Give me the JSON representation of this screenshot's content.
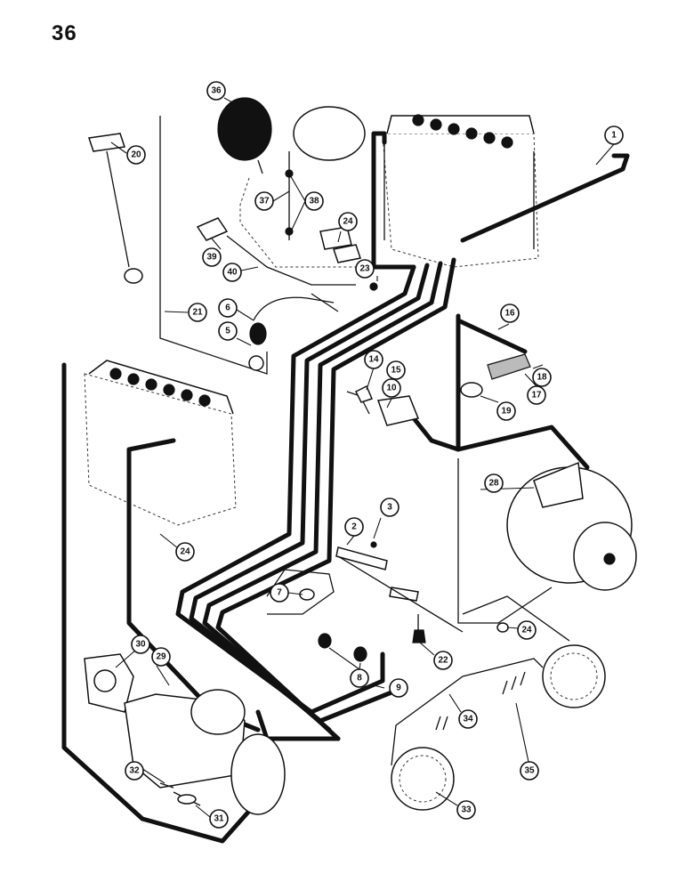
{
  "page": {
    "number": "36"
  },
  "callouts": [
    {
      "id": "c1",
      "label": "1"
    },
    {
      "id": "c2",
      "label": "2"
    },
    {
      "id": "c3",
      "label": "3"
    },
    {
      "id": "c5",
      "label": "5"
    },
    {
      "id": "c6",
      "label": "6"
    },
    {
      "id": "c7",
      "label": "7"
    },
    {
      "id": "c8",
      "label": "8"
    },
    {
      "id": "c9",
      "label": "9"
    },
    {
      "id": "c10",
      "label": "10"
    },
    {
      "id": "c14",
      "label": "14"
    },
    {
      "id": "c15",
      "label": "15"
    },
    {
      "id": "c16",
      "label": "16"
    },
    {
      "id": "c17",
      "label": "17"
    },
    {
      "id": "c18",
      "label": "18"
    },
    {
      "id": "c19",
      "label": "19"
    },
    {
      "id": "c20",
      "label": "20"
    },
    {
      "id": "c21",
      "label": "21"
    },
    {
      "id": "c22",
      "label": "22"
    },
    {
      "id": "c23",
      "label": "23"
    },
    {
      "id": "c24a",
      "label": "24"
    },
    {
      "id": "c24b",
      "label": "24"
    },
    {
      "id": "c24c",
      "label": "24"
    },
    {
      "id": "c28",
      "label": "28"
    },
    {
      "id": "c29",
      "label": "29"
    },
    {
      "id": "c30",
      "label": "30"
    },
    {
      "id": "c31",
      "label": "31"
    },
    {
      "id": "c32",
      "label": "32"
    },
    {
      "id": "c33",
      "label": "33"
    },
    {
      "id": "c34",
      "label": "34"
    },
    {
      "id": "c35",
      "label": "35"
    },
    {
      "id": "c36",
      "label": "36"
    },
    {
      "id": "c37",
      "label": "37"
    },
    {
      "id": "c38",
      "label": "38"
    },
    {
      "id": "c39",
      "label": "39"
    },
    {
      "id": "c40",
      "label": "40"
    }
  ]
}
